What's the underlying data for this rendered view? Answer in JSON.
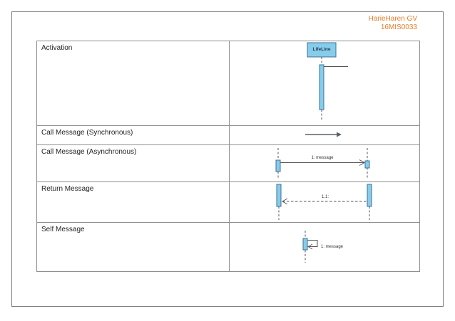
{
  "header": {
    "author": "HarieHaren GV",
    "student_id": "16MIS0033"
  },
  "table": {
    "rows": [
      {
        "label": "Activation"
      },
      {
        "label": "Call Message (Synchronous)"
      },
      {
        "label": "Call Message (Asynchronous)"
      },
      {
        "label": "Return Message"
      },
      {
        "label": "Self Message"
      }
    ]
  },
  "diagrams": {
    "activation": {
      "lifeline_label": "LifeLine"
    },
    "async_call": {
      "message_label": "1: message"
    },
    "return_message": {
      "message_label": "1.1:"
    },
    "self_message": {
      "message_label": "1: message"
    }
  },
  "colors": {
    "header_orange": "#E87D2B",
    "activation_fill": "#88CCEC",
    "activation_stroke": "#3C7293",
    "diagram_line": "#555555",
    "table_border": "#8F8F8F"
  }
}
